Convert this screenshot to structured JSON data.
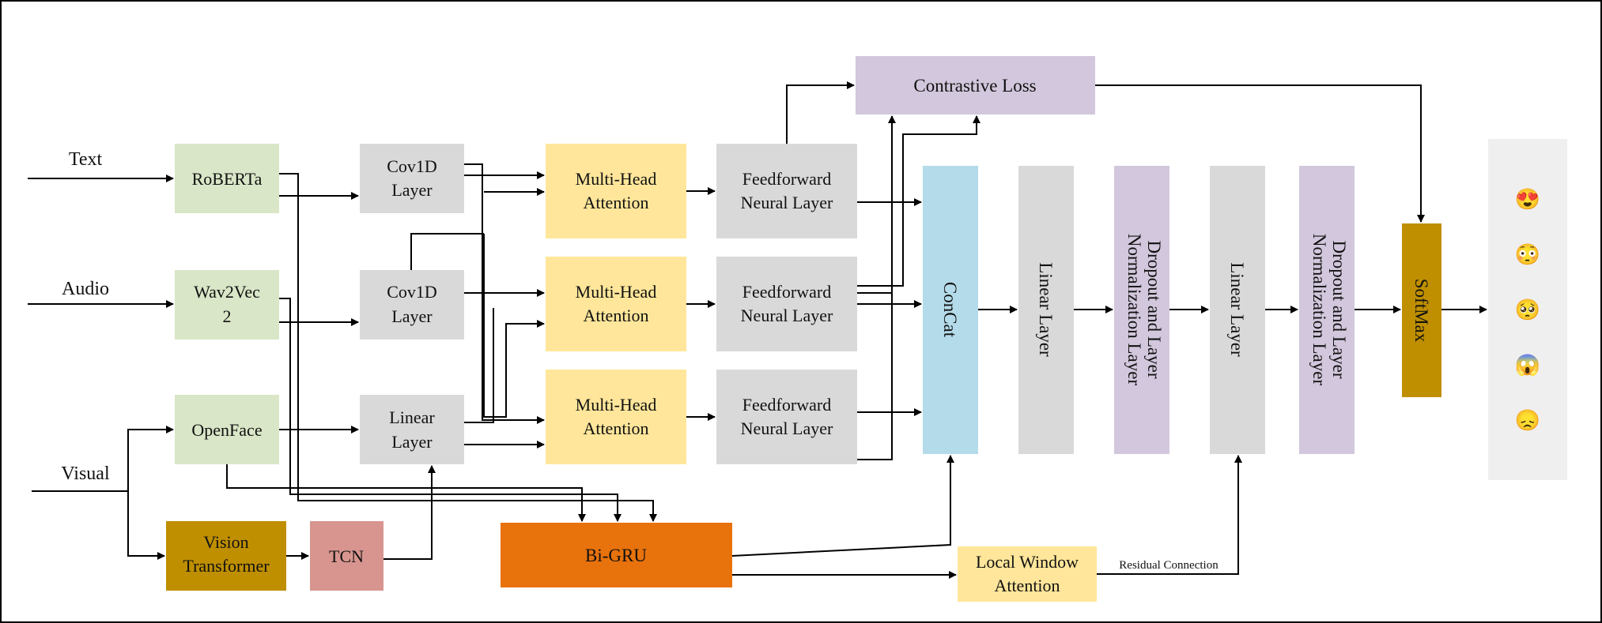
{
  "inputs": {
    "text": "Text",
    "audio": "Audio",
    "visual": "Visual"
  },
  "encoders": {
    "roberta": "RoBERTa",
    "wav2vec_line1": "Wav2Vec",
    "wav2vec_line2": "2",
    "openface": "OpenFace",
    "vit_line1": "Vision",
    "vit_line2": "Transformer",
    "tcn": "TCN"
  },
  "projections": {
    "cov1d_line1": "Cov1D",
    "cov1d_line2": "Layer",
    "linear_line1": "Linear",
    "linear_line2": "Layer"
  },
  "attention": {
    "mha_line1": "Multi-Head",
    "mha_line2": "Attention"
  },
  "feedforward": {
    "ffn_line1": "Feedforward",
    "ffn_line2": "Neural Layer"
  },
  "fusion": {
    "contrastive_loss": "Contrastive Loss",
    "concat": "ConCat",
    "linear_layer": "Linear Layer",
    "dropout_line1": "Dropout and Layer",
    "dropout_line2": "Normalization Layer",
    "softmax": "SoftMax"
  },
  "temporal": {
    "bigru": "Bi-GRU",
    "lwa_line1": "Local Window",
    "lwa_line2": "Attention",
    "residual": "Residual Connection"
  },
  "outputs": {
    "emojis": [
      "😍",
      "😳",
      "🥺",
      "😱",
      "😞"
    ]
  },
  "colors": {
    "encoder_green": "#d9e6c7",
    "gray_block": "#d9d9d9",
    "attention_yellow": "#ffe69a",
    "loss_purple": "#d2c7dc",
    "concat_blue": "#b4dbe9",
    "vit_gold": "#bf8f00",
    "tcn_rose": "#d8958f",
    "bigru_orange": "#e8720c",
    "lwa_yellow": "#ffe69a",
    "output_panel": "#efefef"
  }
}
